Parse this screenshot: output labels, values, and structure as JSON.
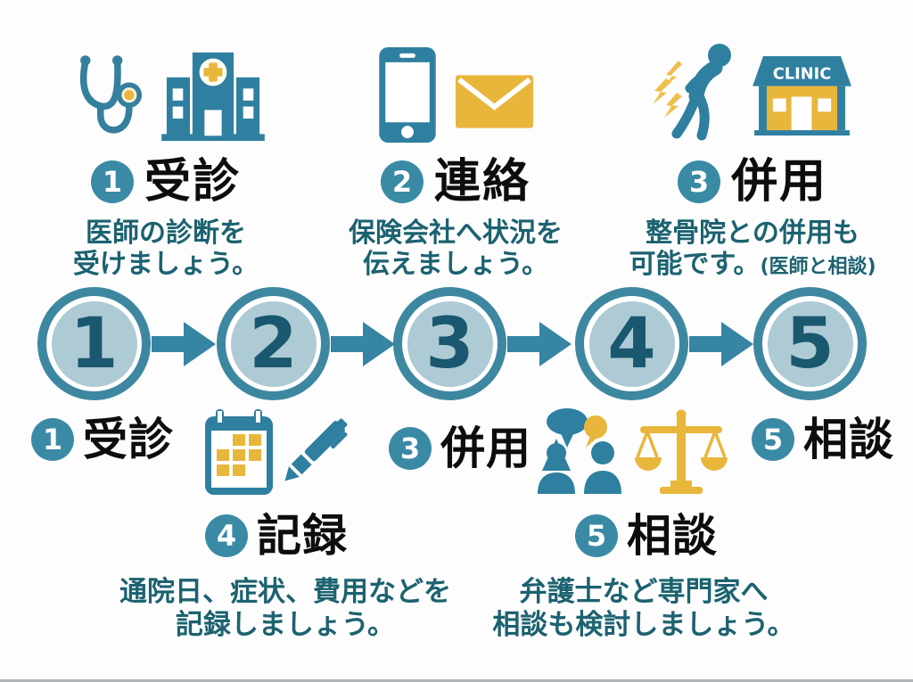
{
  "colors": {
    "icon_teal": "#2f7fa0",
    "badge_teal": "#3a8aa6",
    "circle_ring": "#3e87a1",
    "circle_fill": "#aecbd5",
    "circle_number": "#19586f",
    "arrow": "#3585a3",
    "desc_text": "#1c6270",
    "heading_text": "#0d0d0d",
    "accent_yellow": "#e9b63c"
  },
  "top_steps": [
    {
      "number": "1",
      "title": "受診",
      "desc1": "医師の診断を",
      "desc2": "受けましょう。"
    },
    {
      "number": "2",
      "title": "連絡",
      "desc1": "保険会社へ状況を",
      "desc2": "伝えましょう。"
    },
    {
      "number": "3",
      "title": "併用",
      "desc1": "整骨院との併用も",
      "desc2": "可能です。",
      "note": "(医師と相談)"
    }
  ],
  "clinic_sign": "CLINIC",
  "flow_steps": [
    "1",
    "2",
    "3",
    "4",
    "5"
  ],
  "bottom_labels": [
    {
      "number": "1",
      "title": "受診"
    },
    {
      "number": "4",
      "title": "記録"
    },
    {
      "number": "3",
      "title": "併用"
    },
    {
      "number": "5",
      "title": "相談"
    },
    {
      "number": "5",
      "title": "相談"
    }
  ],
  "bottom_notes": [
    {
      "line1": "通院日、症状、費用などを",
      "line2": "記録しましょう。"
    },
    {
      "line1": "弁護士など専門家へ",
      "line2": "相談も検討しましょう。"
    }
  ],
  "icons": {
    "step1": [
      "stethoscope-icon",
      "hospital-icon"
    ],
    "step2": [
      "smartphone-icon",
      "envelope-icon"
    ],
    "step3": [
      "back-pain-person-icon",
      "clinic-icon"
    ],
    "step4": [
      "calendar-icon",
      "pen-icon"
    ],
    "step5": [
      "consultation-people-icon",
      "scales-of-justice-icon"
    ],
    "flow_connector": "arrow-right-icon"
  }
}
